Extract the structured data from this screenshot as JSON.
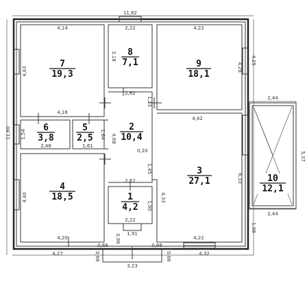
{
  "rooms": [
    {
      "number": "7",
      "area": "19,3"
    },
    {
      "number": "8",
      "area": "7,1"
    },
    {
      "number": "9",
      "area": "18,1"
    },
    {
      "number": "6",
      "area": "3,8"
    },
    {
      "number": "5",
      "area": "2,5"
    },
    {
      "number": "2",
      "area": "10,4"
    },
    {
      "number": "3",
      "area": "27,1"
    },
    {
      "number": "4",
      "area": "18,5"
    },
    {
      "number": "1",
      "area": "4,2"
    },
    {
      "number": "10",
      "area": "12,1"
    }
  ],
  "dimensions": {
    "d_top_total": "11,82",
    "d_7_top": "4,14",
    "d_8_top": "2,22",
    "d_9_top": "4,22",
    "d_7_side": "4,63",
    "d_8_side": "3,18",
    "d_9_side": "4,28",
    "d_right_outer": "4,25",
    "d_8_bottom": "2,62",
    "d_left_total": "11,60",
    "d_7_bottom": "4,16",
    "d_2_side_top": "1,23",
    "d_3_top": "4,42",
    "d_6_side": "1,54",
    "d_5_side": "1,64",
    "d_6_bottom": "2,48",
    "d_5_bottom": "1,61",
    "d_2_side": "4,68",
    "d_2_inner": "0,20",
    "d_2_lower": "1,45",
    "d_3_side": "6,33",
    "d_10_top": "2,44",
    "d_10_side": "5,37",
    "d_4_side": "4,40",
    "d_1_top": "2,22",
    "d_1_side": "1,90",
    "d_3_inner": "4,33",
    "d_1_bottom": "2,22",
    "d_1_under": "1,91",
    "d_10_bottom": "2,44",
    "d_right_low": "1,98",
    "d_4_bottom": "4,20",
    "d_porch_l1": "0,66",
    "d_porch_mid": "0,96",
    "d_porch_r1": "0,66",
    "d_3_bottom": "4,22",
    "d_bottom_left": "4,27",
    "d_porch_l2": "0,66",
    "d_porch_r2": "0,66",
    "d_bottom_right": "4,32",
    "d_porch_width": "3,23"
  }
}
